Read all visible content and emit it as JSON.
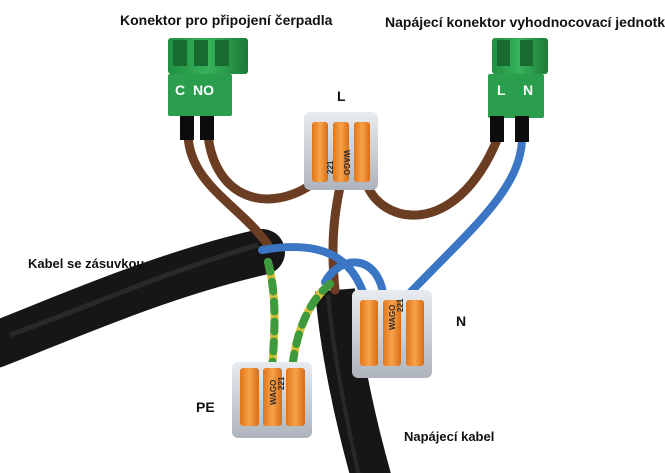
{
  "labels": {
    "pump_connector": "Konektor pro připojení čerpadla",
    "power_connector": "Napájecí konektor vyhodnocovací jednotky",
    "terminal_c": "C",
    "terminal_no": "NO",
    "terminal_l_top": "L",
    "terminal_n_top": "N",
    "line": "L",
    "socket_cable": "Kabel se zásuvkou",
    "neutral": "N",
    "protective_earth": "PE",
    "supply_cable": "Napájecí kabel"
  },
  "connector_brand": "WAGO",
  "connector_model": "221",
  "colors": {
    "cable_sheath": "#1e1e1e",
    "brown_wire": "#6b3d22",
    "blue_wire": "#3a76c4",
    "earth_yellow": "#d9c23a",
    "earth_green": "#3d9a3d",
    "terminal_block": "#2faa52",
    "wago_lever": "#f08a2a",
    "wago_body": "#c9ced6"
  }
}
